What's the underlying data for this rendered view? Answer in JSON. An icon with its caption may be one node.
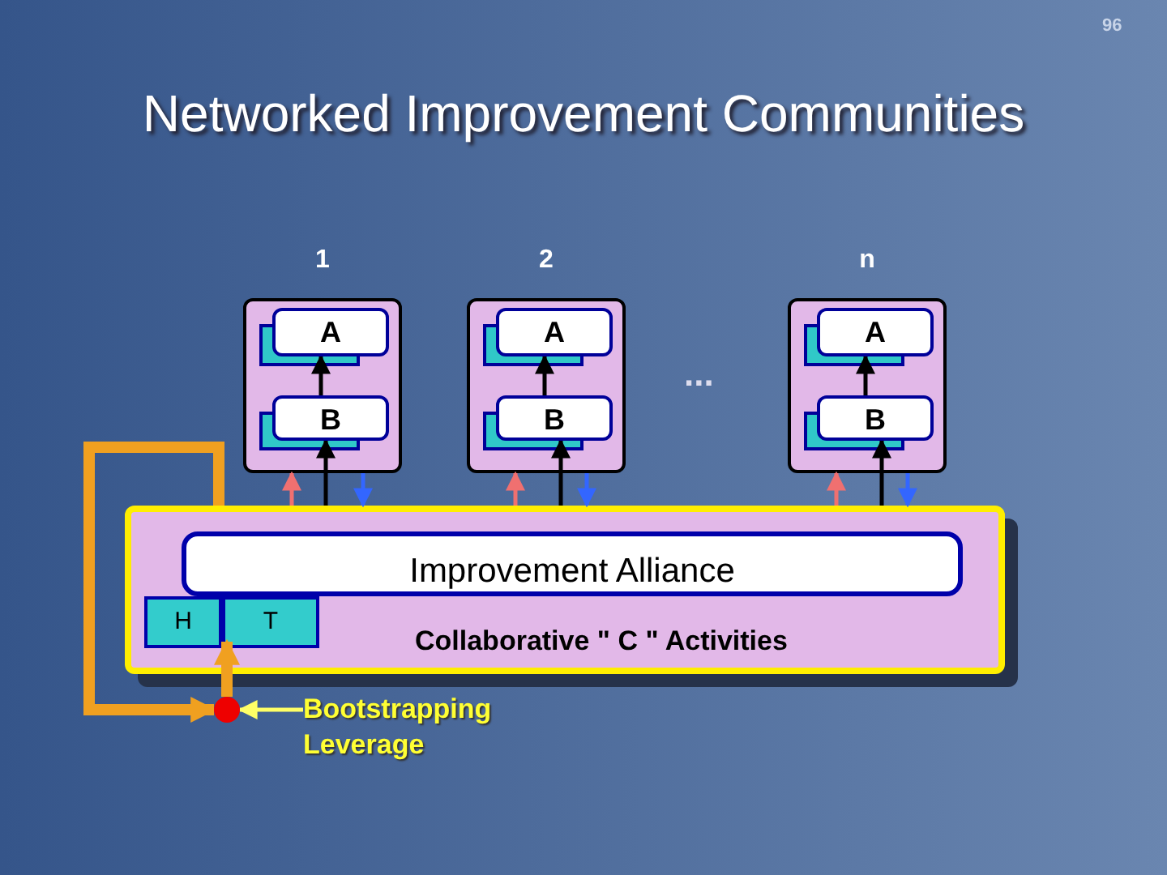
{
  "diagram": {
    "title": "Networked Improvement Communities",
    "nodes": [
      {
        "text": [
          "1"
        ]
      },
      {
        "text": [
          "A"
        ],
        "in": 0
      },
      {
        "text": [
          "B"
        ],
        "in": 0
      },
      {
        "text": [
          "2"
        ]
      },
      {
        "text": [
          "A"
        ],
        "in": 3
      },
      {
        "text": [
          "B"
        ],
        "in": 3
      },
      {
        "text": [
          "n"
        ]
      },
      {
        "text": [
          "A"
        ],
        "in": 6
      },
      {
        "text": [
          "B"
        ],
        "in": 6
      },
      {
        "text": [
          "Collaborative \" C \" Activities"
        ]
      },
      {
        "text": [
          "Improvement Alliance"
        ],
        "in": 9
      },
      {
        "text": [
          "H"
        ],
        "in": 9
      },
      {
        "text": [
          "T"
        ],
        "in": 9
      },
      {
        "text": [],
        "shape": "circle"
      },
      {
        "text": [
          "Bootstrapping Leverage"
        ]
      }
    ],
    "edges": [
      {
        "from": 2,
        "to": 1,
        "arrow": "to"
      },
      {
        "from": 5,
        "to": 4,
        "arrow": "to"
      },
      {
        "from": 8,
        "to": 7,
        "arrow": "to"
      },
      {
        "from": 9,
        "to": 0,
        "arrow": "to",
        "color": "#f07070"
      },
      {
        "from": 0,
        "to": 9,
        "arrow": "to",
        "color": "#3366ff"
      },
      {
        "from": 9,
        "to": 3,
        "arrow": "to",
        "color": "#f07070"
      },
      {
        "from": 3,
        "to": 9,
        "arrow": "to",
        "color": "#3366ff"
      },
      {
        "from": 9,
        "to": 6,
        "arrow": "to",
        "color": "#f07070"
      },
      {
        "from": 6,
        "to": 9,
        "arrow": "to",
        "color": "#3366ff"
      },
      {
        "from": 9,
        "to": 13,
        "arrow": "to",
        "style": "thick",
        "color": "#f0a020"
      },
      {
        "from": 13,
        "to": 12,
        "arrow": "to",
        "style": "thick",
        "color": "#f0a020"
      },
      {
        "from": 14,
        "to": 13,
        "arrow": "to",
        "color": "#ffff66"
      },
      {
        "from": 9,
        "to": 2,
        "arrow": "to"
      },
      {
        "from": 9,
        "to": 5,
        "arrow": "to"
      },
      {
        "from": 9,
        "to": 8,
        "arrow": "to"
      }
    ],
    "labels": [
      "96",
      "..."
    ]
  }
}
